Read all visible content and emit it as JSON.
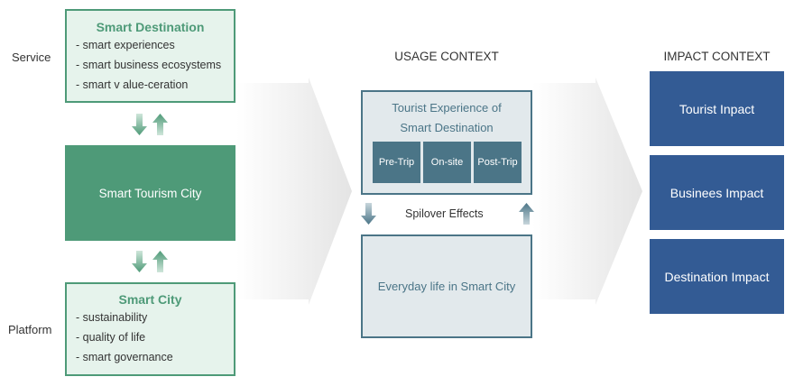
{
  "labels": {
    "service": "Service",
    "platform": "Platform"
  },
  "destination": {
    "title": "Smart Destination",
    "items": [
      "- smart experiences",
      "- smart business ecosystems",
      "- smart v alue-ceration"
    ]
  },
  "tourism_city": {
    "label": "Smart Tourism City"
  },
  "smart_city": {
    "title": "Smart City",
    "items": [
      "- sustainability",
      "- quality of life",
      "- smart governance"
    ]
  },
  "usage": {
    "heading": "USAGE CONTEXT",
    "experience_title_line1": "Tourist Experience of",
    "experience_title_line2": "Smart Destination",
    "stages": [
      "Pre-Trip",
      "On-site",
      "Post-Trip"
    ],
    "spillover": "Spilover Effects",
    "everyday": "Everyday life in Smart City"
  },
  "impact": {
    "heading": "IMPACT CONTEXT",
    "boxes": [
      "Tourist Inpact",
      "Businees Impact",
      "Destination Impact"
    ]
  },
  "colors": {
    "green": "#4e9a78",
    "green_light": "#e6f3ec",
    "slate": "#4b7587",
    "slate_light": "#e2e9ec",
    "navy": "#335b94",
    "flow_arrow": "#e7e7e7"
  }
}
